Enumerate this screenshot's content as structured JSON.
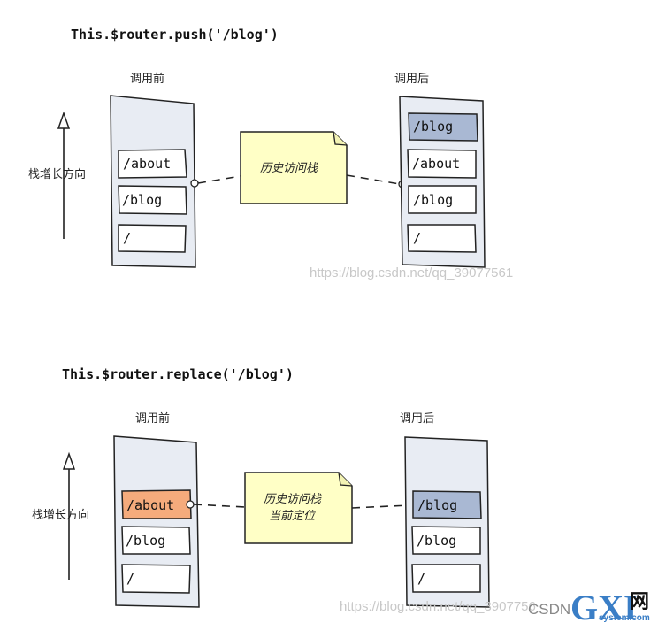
{
  "top": {
    "code": "This.$router.push('/blog')",
    "before_label": "调用前",
    "after_label": "调用后",
    "axis_label": "栈增长方向",
    "note": "历史访问栈",
    "before_stack": [
      "/about",
      "/blog",
      "/"
    ],
    "after_stack": [
      "/blog",
      "/about",
      "/blog",
      "/"
    ]
  },
  "bottom": {
    "code": "This.$router.replace('/blog')",
    "before_label": "调用前",
    "after_label": "调用后",
    "axis_label": "栈增长方向",
    "note_line1": "历史访问栈",
    "note_line2": "当前定位",
    "before_stack": [
      "/about",
      "/blog",
      "/"
    ],
    "after_stack": [
      "/blog",
      "/blog",
      "/"
    ]
  },
  "watermarks": {
    "url_top": "https://blog.csdn.net/qq_39077561",
    "url_bottom": "https://blog.csdn.net/qq_3907756",
    "csdn": "CSDN",
    "gxi": "GXI",
    "net": "网",
    "site": "system.com"
  },
  "colors": {
    "stack_bg": "#e8ecf3",
    "highlight_blue": "#a9b8d3",
    "highlight_orange": "#f5ab7c",
    "note_bg": "#ffffc6"
  }
}
